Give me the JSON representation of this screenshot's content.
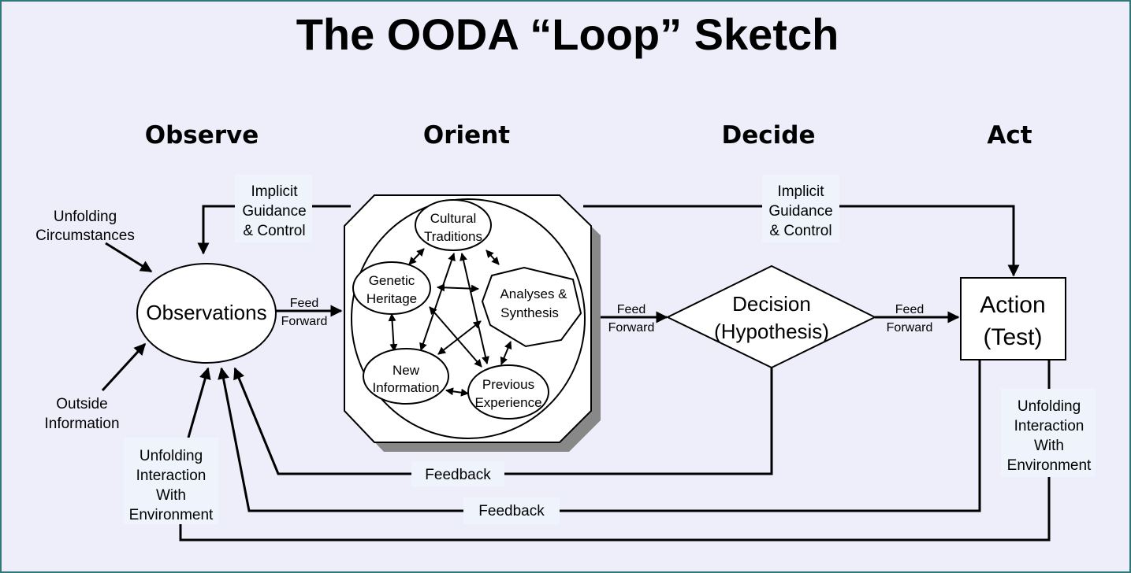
{
  "title": "The OODA “Loop” Sketch",
  "colors": {
    "frame_border": "#2f7a78",
    "background": "#eeeefb",
    "label_box": "#eef3fc",
    "shadow": "#888888",
    "stroke": "#000000"
  },
  "phases": {
    "observe": "Observe",
    "orient": "Orient",
    "decide": "Decide",
    "act": "Act"
  },
  "nodes": {
    "observations": "Observations",
    "orient_inner": {
      "cultural": [
        "Cultural",
        "Traditions"
      ],
      "genetic": [
        "Genetic",
        "Heritage"
      ],
      "analyses": [
        "Analyses &",
        "Synthesis"
      ],
      "new_info": [
        "New",
        "Information"
      ],
      "previous": [
        "Previous",
        "Experience"
      ]
    },
    "decision": [
      "Decision",
      "(Hypothesis)"
    ],
    "action": [
      "Action",
      "(Test)"
    ]
  },
  "labels": {
    "unfolding_circumstances": [
      "Unfolding",
      "Circumstances"
    ],
    "outside_information": [
      "Outside",
      "Information"
    ],
    "implicit_left": [
      "Implicit",
      "Guidance",
      "& Control"
    ],
    "implicit_right": [
      "Implicit",
      "Guidance",
      "& Control"
    ],
    "unfolding_interaction_left": [
      "Unfolding",
      "Interaction",
      "With",
      "Environment"
    ],
    "unfolding_interaction_right": [
      "Unfolding",
      "Interaction",
      "With",
      "Environment"
    ],
    "feed_forward_1": [
      "Feed",
      "Forward"
    ],
    "feed_forward_2": [
      "Feed",
      "Forward"
    ],
    "feed_forward_3": [
      "Feed",
      "Forward"
    ],
    "feedback_1": "Feedback",
    "feedback_2": "Feedback"
  }
}
